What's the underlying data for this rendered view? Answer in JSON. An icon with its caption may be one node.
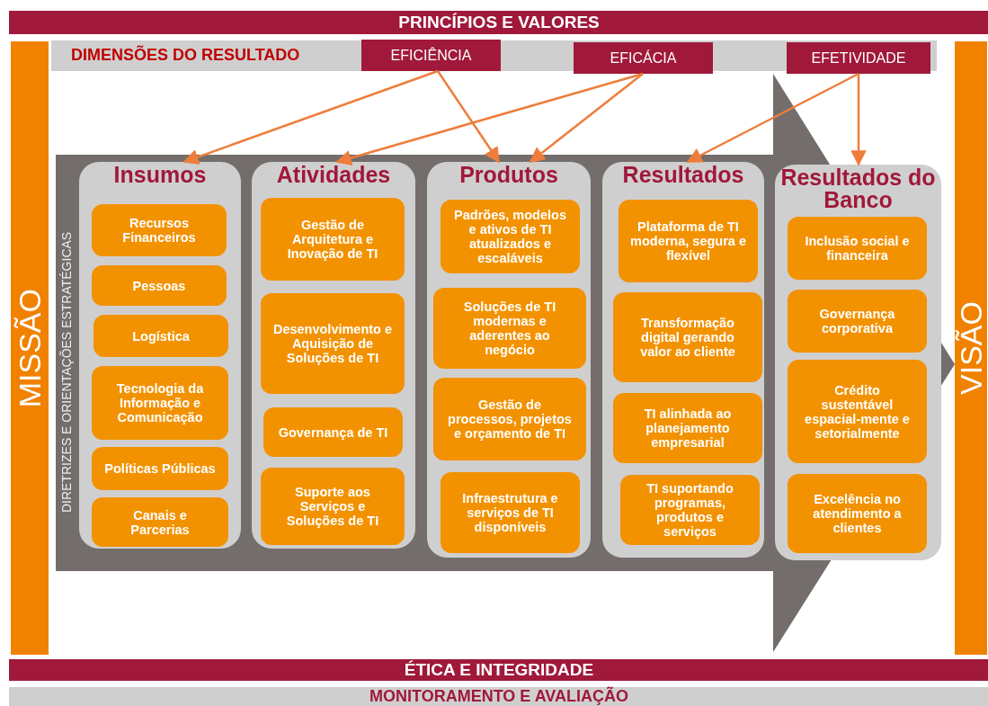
{
  "diagram": {
    "nodes": [
      {
        "text": [
          "PRINCÍPIOS E VALORES"
        ]
      },
      {
        "text": [
          "DIMENSÕES DO RESULTADO"
        ]
      },
      {
        "text": [
          "EFICIÊNCIA"
        ],
        "in": 1
      },
      {
        "text": [
          "EFICÁCIA"
        ],
        "in": 1
      },
      {
        "text": [
          "EFETIVIDADE"
        ],
        "in": 1
      },
      {
        "text": [
          "MISSÃO"
        ]
      },
      {
        "text": [
          "DIRETRIZES E ORIENTAÇÕES ESTRATÉGICAS"
        ]
      },
      {
        "text": [
          "Insumos"
        ],
        "in": 6
      },
      {
        "text": [
          "Recursos Financeiros"
        ],
        "in": 7
      },
      {
        "text": [
          "Pessoas"
        ],
        "in": 7
      },
      {
        "text": [
          "Logística"
        ],
        "in": 7
      },
      {
        "text": [
          "Tecnologia da Informação e Comunicação"
        ],
        "in": 7
      },
      {
        "text": [
          "Políticas Públicas"
        ],
        "in": 7
      },
      {
        "text": [
          "Canais e Parcerias"
        ],
        "in": 7
      },
      {
        "text": [
          "Atividades"
        ],
        "in": 6
      },
      {
        "text": [
          "Gestão de Arquitetura e Inovação de TI"
        ],
        "in": 14
      },
      {
        "text": [
          "Desenvolvimento e Aquisição de Soluções de TI"
        ],
        "in": 14
      },
      {
        "text": [
          "Governança de TI"
        ],
        "in": 14
      },
      {
        "text": [
          "Suporte aos Serviços e Soluções de TI"
        ],
        "in": 14
      },
      {
        "text": [
          "Produtos"
        ],
        "in": 6
      },
      {
        "text": [
          "Padrões, modelos e ativos de TI atualizados e escaláveis"
        ],
        "in": 19
      },
      {
        "text": [
          "Soluções de TI modernas e aderentes ao negócio"
        ],
        "in": 19
      },
      {
        "text": [
          "Gestão de processos, projetos e orçamento de TI"
        ],
        "in": 19
      },
      {
        "text": [
          "Infraestrutura e serviços de TI disponíveis"
        ],
        "in": 19
      },
      {
        "text": [
          "Resultados"
        ],
        "in": 6
      },
      {
        "text": [
          "Plataforma de TI moderna, segura e flexível"
        ],
        "in": 24
      },
      {
        "text": [
          "Transformação digital gerando valor ao cliente"
        ],
        "in": 24
      },
      {
        "text": [
          "TI alinhada ao planejamento empresarial"
        ],
        "in": 24
      },
      {
        "text": [
          "TI suportando programas, produtos e serviços"
        ],
        "in": 24
      },
      {
        "text": [
          "Resultados do Banco"
        ],
        "in": 6
      },
      {
        "text": [
          "Inclusão social e financeira"
        ],
        "in": 29
      },
      {
        "text": [
          "Governança corporativa"
        ],
        "in": 29
      },
      {
        "text": [
          "Crédito sustentável espacial-mente e setorialmente"
        ],
        "in": 29
      },
      {
        "text": [
          "Excelência no atendimento a clientes"
        ],
        "in": 29
      },
      {
        "text": [
          "VISÃO"
        ]
      },
      {
        "text": [
          "ÉTICA E INTEGRIDADE"
        ]
      },
      {
        "text": [
          "MONITORAMENTO E AVALIAÇÃO"
        ]
      }
    ],
    "edges": [
      {
        "from": 2,
        "to": 7,
        "arrow": "to"
      },
      {
        "from": 2,
        "to": 19,
        "arrow": "to"
      },
      {
        "from": 3,
        "to": 14,
        "arrow": "to"
      },
      {
        "from": 3,
        "to": 19,
        "arrow": "to"
      },
      {
        "from": 4,
        "to": 24,
        "arrow": "to"
      },
      {
        "from": 4,
        "to": 29,
        "arrow": "to"
      }
    ]
  }
}
